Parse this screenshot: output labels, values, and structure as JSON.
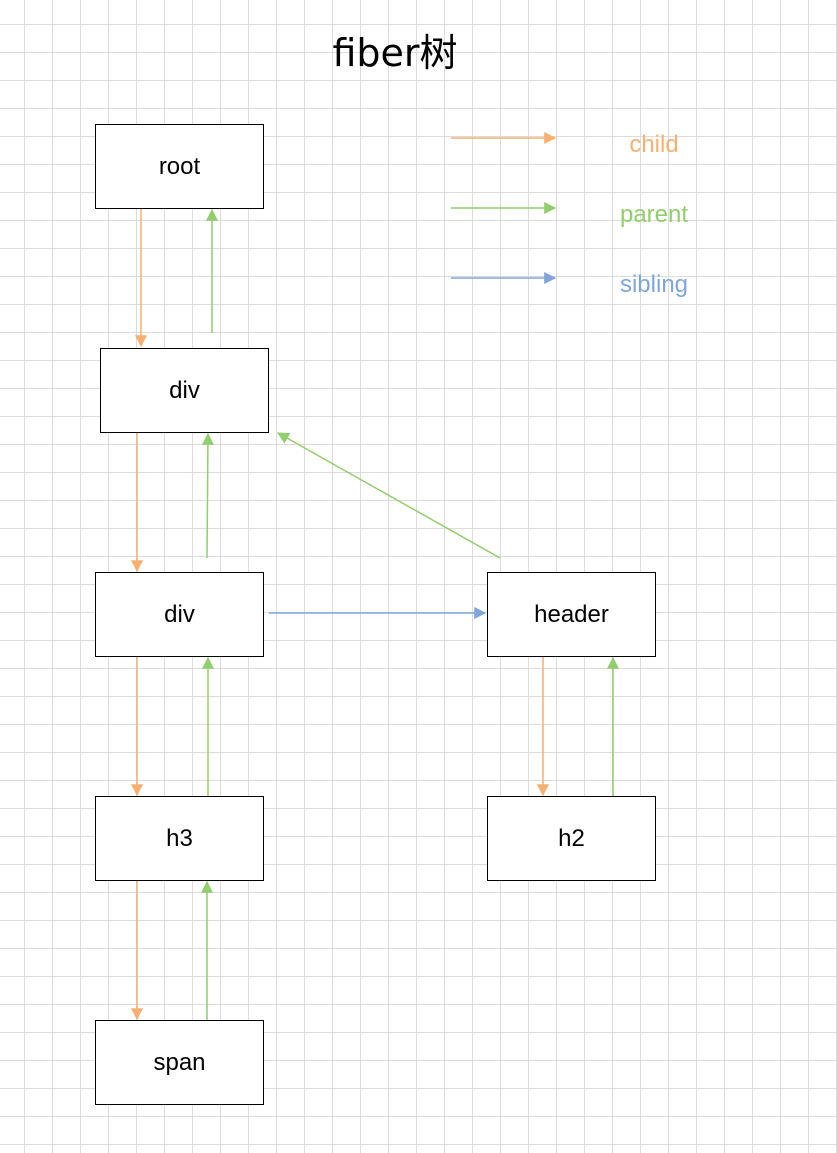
{
  "title": "fiber树",
  "colors": {
    "child": "#F7B072",
    "parent": "#92CD6E",
    "sibling": "#7FA6DC",
    "node_border": "#000000",
    "grid": "#dcdcdc"
  },
  "legend": {
    "child": "child",
    "parent": "parent",
    "sibling": "sibling"
  },
  "nodes": {
    "root": "root",
    "div_outer": "div",
    "div_inner": "div",
    "header": "header",
    "h3": "h3",
    "h2": "h2",
    "span": "span"
  },
  "edges": [
    {
      "from": "root",
      "to": "div_outer",
      "type": "child"
    },
    {
      "from": "div_outer",
      "to": "root",
      "type": "parent"
    },
    {
      "from": "div_outer",
      "to": "div_inner",
      "type": "child"
    },
    {
      "from": "div_inner",
      "to": "div_outer",
      "type": "parent"
    },
    {
      "from": "header",
      "to": "div_outer",
      "type": "parent"
    },
    {
      "from": "div_inner",
      "to": "header",
      "type": "sibling"
    },
    {
      "from": "div_inner",
      "to": "h3",
      "type": "child"
    },
    {
      "from": "h3",
      "to": "div_inner",
      "type": "parent"
    },
    {
      "from": "header",
      "to": "h2",
      "type": "child"
    },
    {
      "from": "h2",
      "to": "header",
      "type": "parent"
    },
    {
      "from": "h3",
      "to": "span",
      "type": "child"
    },
    {
      "from": "span",
      "to": "h3",
      "type": "parent"
    }
  ]
}
